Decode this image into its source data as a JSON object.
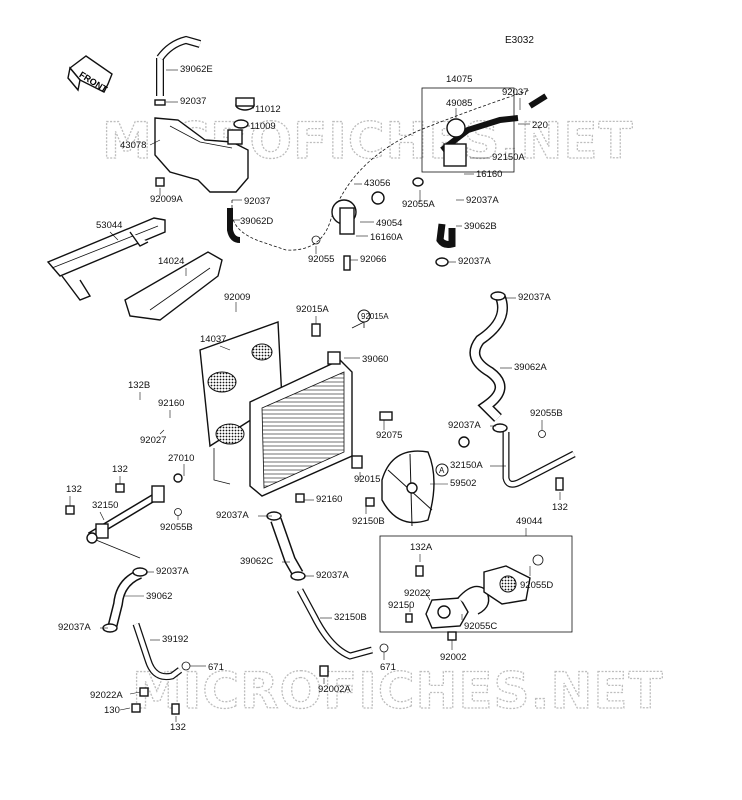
{
  "diagram_code": "E3032",
  "front_label": "FRONT",
  "watermark_text": "MICROFICHES.NET",
  "labels": [
    {
      "id": "39062E",
      "text": "39062E"
    },
    {
      "id": "92037_tl",
      "text": "92037"
    },
    {
      "id": "11012",
      "text": "11012"
    },
    {
      "id": "11009",
      "text": "11009"
    },
    {
      "id": "43078",
      "text": "43078"
    },
    {
      "id": "92009A",
      "text": "92009A"
    },
    {
      "id": "92037_tank",
      "text": "92037"
    },
    {
      "id": "39062D",
      "text": "39062D"
    },
    {
      "id": "53044",
      "text": "53044"
    },
    {
      "id": "14024",
      "text": "14024"
    },
    {
      "id": "14075",
      "text": "14075"
    },
    {
      "id": "49085",
      "text": "49085"
    },
    {
      "id": "92037_tr",
      "text": "92037"
    },
    {
      "id": "220",
      "text": "220"
    },
    {
      "id": "92150A",
      "text": "92150A"
    },
    {
      "id": "16160",
      "text": "16160"
    },
    {
      "id": "43056",
      "text": "43056"
    },
    {
      "id": "92055A",
      "text": "92055A"
    },
    {
      "id": "92037A_top",
      "text": "92037A"
    },
    {
      "id": "49054",
      "text": "49054"
    },
    {
      "id": "16160A",
      "text": "16160A"
    },
    {
      "id": "39062B",
      "text": "39062B"
    },
    {
      "id": "92055",
      "text": "92055"
    },
    {
      "id": "92066",
      "text": "92066"
    },
    {
      "id": "92037A_mid",
      "text": "92037A"
    },
    {
      "id": "92009",
      "text": "92009"
    },
    {
      "id": "92015A",
      "text": "92015A"
    },
    {
      "id": "A_top",
      "text": "A"
    },
    {
      "id": "92037A_r",
      "text": "92037A"
    },
    {
      "id": "14037",
      "text": "14037"
    },
    {
      "id": "39060",
      "text": "39060"
    },
    {
      "id": "39062A",
      "text": "39062A"
    },
    {
      "id": "132B",
      "text": "132B"
    },
    {
      "id": "92160_l",
      "text": "92160"
    },
    {
      "id": "92027",
      "text": "92027"
    },
    {
      "id": "92075",
      "text": "92075"
    },
    {
      "id": "92037A_fan",
      "text": "92037A"
    },
    {
      "id": "92055B_r",
      "text": "92055B"
    },
    {
      "id": "27010",
      "text": "27010"
    },
    {
      "id": "A_fan",
      "text": "A"
    },
    {
      "id": "32150A",
      "text": "32150A"
    },
    {
      "id": "132_l",
      "text": "132"
    },
    {
      "id": "92015",
      "text": "92015"
    },
    {
      "id": "59502",
      "text": "59502"
    },
    {
      "id": "132_ll",
      "text": "132"
    },
    {
      "id": "32150",
      "text": "32150"
    },
    {
      "id": "92160_c",
      "text": "92160"
    },
    {
      "id": "132_r",
      "text": "132"
    },
    {
      "id": "92150B",
      "text": "92150B"
    },
    {
      "id": "92055B_l",
      "text": "92055B"
    },
    {
      "id": "92037A_bot",
      "text": "92037A"
    },
    {
      "id": "49044",
      "text": "49044"
    },
    {
      "id": "132A",
      "text": "132A"
    },
    {
      "id": "39062C",
      "text": "39062C"
    },
    {
      "id": "92037A_c",
      "text": "92037A"
    },
    {
      "id": "92022",
      "text": "92022"
    },
    {
      "id": "92055D",
      "text": "92055D"
    },
    {
      "id": "92037A_l",
      "text": "92037A"
    },
    {
      "id": "39062",
      "text": "39062"
    },
    {
      "id": "92150",
      "text": "92150"
    },
    {
      "id": "32150B",
      "text": "32150B"
    },
    {
      "id": "92055C",
      "text": "92055C"
    },
    {
      "id": "92037A_ll",
      "text": "92037A"
    },
    {
      "id": "39192",
      "text": "39192"
    },
    {
      "id": "92002",
      "text": "92002"
    },
    {
      "id": "671_l",
      "text": "671"
    },
    {
      "id": "671_c",
      "text": "671"
    },
    {
      "id": "92022A",
      "text": "92022A"
    },
    {
      "id": "92002A",
      "text": "92002A"
    },
    {
      "id": "130",
      "text": "130"
    },
    {
      "id": "132_b",
      "text": "132"
    }
  ]
}
